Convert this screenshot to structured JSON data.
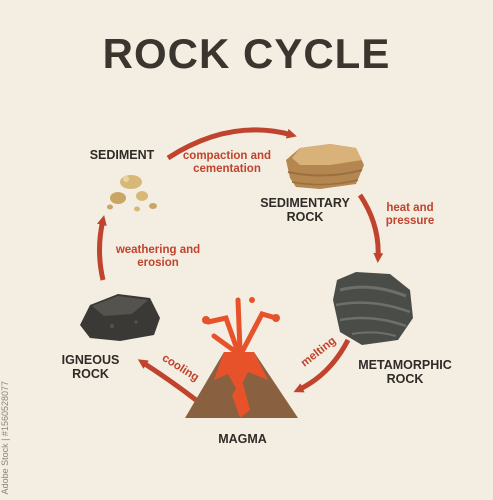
{
  "title": "ROCK CYCLE",
  "stages": {
    "sediment": "SEDIMENT",
    "sedimentary_line1": "SEDIMENTARY",
    "sedimentary_line2": "ROCK",
    "metamorphic_line1": "METAMORPHIC",
    "metamorphic_line2": "ROCK",
    "magma": "MAGMA",
    "igneous_line1": "IGNEOUS",
    "igneous_line2": "ROCK"
  },
  "processes": {
    "compaction_line1": "compaction and",
    "compaction_line2": "cementation",
    "heat_line1": "heat and",
    "heat_line2": "pressure",
    "melting": "melting",
    "cooling": "cooling",
    "weathering_line1": "weathering and",
    "weathering_line2": "erosion"
  },
  "colors": {
    "background": "#f4ede1",
    "arrow": "#c0432d",
    "title": "#3a352e"
  },
  "watermark": "Adobe Stock | #1560528077"
}
